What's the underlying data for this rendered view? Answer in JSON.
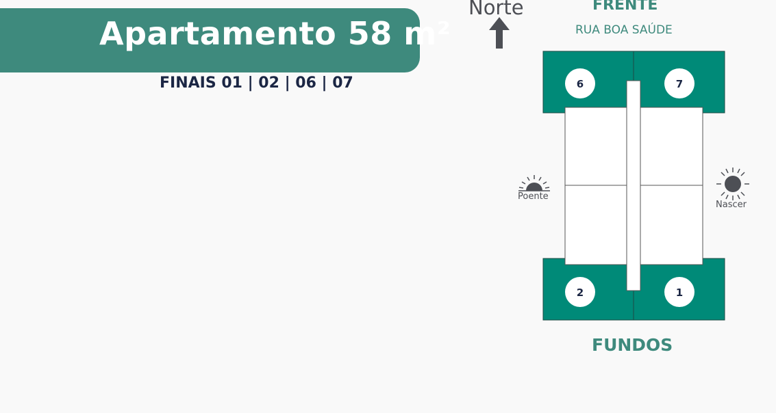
{
  "title": "Apartamento 58 m²",
  "subtitle": "FINAIS 01 | 02 | 06 | 07",
  "compass": {
    "label": "Norte",
    "icon": "arrow-up-icon"
  },
  "plan": {
    "front_label": "FRENTE",
    "street_label": "RUA BOA SAÚDE",
    "back_label": "FUNDOS",
    "units": [
      {
        "number": "6"
      },
      {
        "number": "7"
      },
      {
        "number": "2"
      },
      {
        "number": "1"
      }
    ],
    "colors": {
      "unit_fill": "#008a78",
      "accent": "#3e8a7d",
      "text_dark": "#1b2644"
    }
  },
  "sun": {
    "west_label": "Poente",
    "east_label": "Nascer"
  }
}
